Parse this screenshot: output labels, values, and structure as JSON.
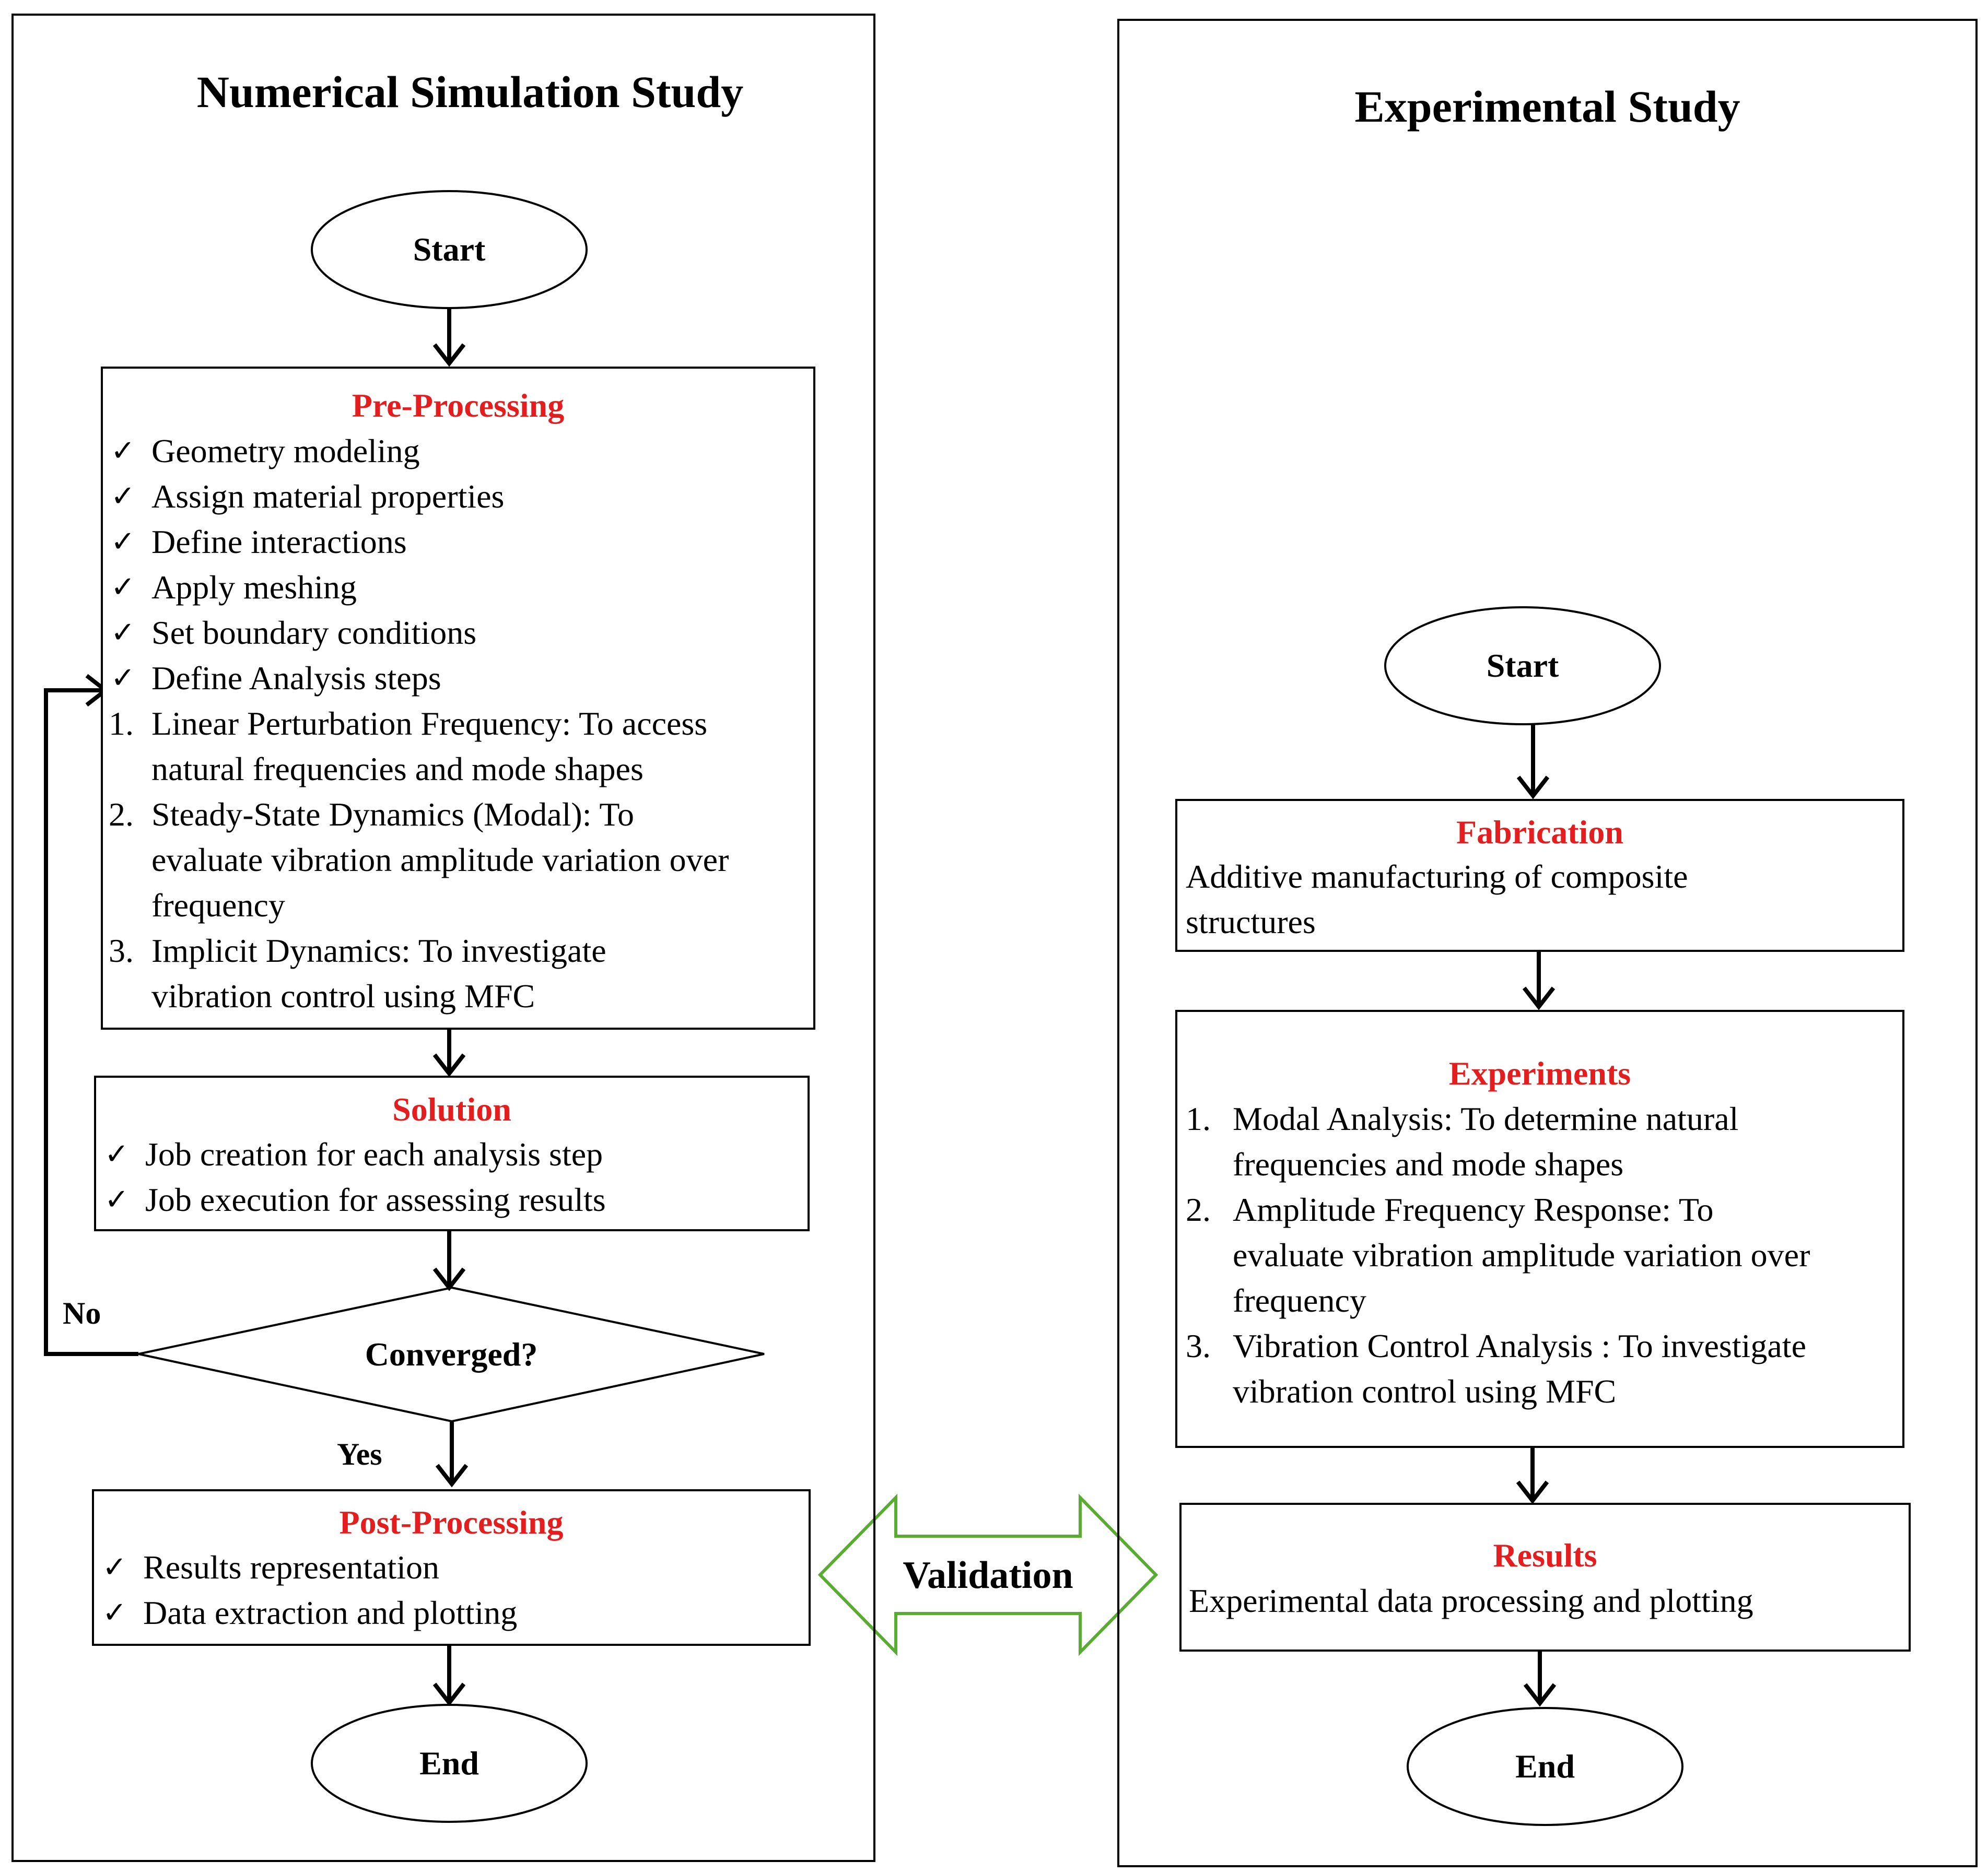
{
  "numerical": {
    "title": "Numerical Simulation Study",
    "start": "Start",
    "preprocessing": {
      "heading": "Pre-Processing",
      "checks": [
        "Geometry modeling",
        "Assign material properties",
        "Define interactions",
        "Apply meshing",
        "Set boundary conditions",
        "Define Analysis steps"
      ],
      "steps": [
        {
          "num": "1.",
          "lines": [
            "Linear Perturbation Frequency: To access",
            "natural frequencies and  mode shapes"
          ]
        },
        {
          "num": "2.",
          "lines": [
            "Steady-State Dynamics (Modal): To",
            "evaluate vibration amplitude variation over",
            "frequency"
          ]
        },
        {
          "num": "3.",
          "lines": [
            "Implicit Dynamics: To investigate",
            "vibration control using MFC"
          ]
        }
      ]
    },
    "solution": {
      "heading": "Solution",
      "checks": [
        "Job creation for each analysis step",
        "Job execution for assessing results"
      ]
    },
    "decision": {
      "question": "Converged?",
      "no_label": "No",
      "yes_label": "Yes"
    },
    "postprocessing": {
      "heading": "Post-Processing",
      "checks": [
        "Results representation",
        "Data extraction and plotting"
      ]
    },
    "end": "End"
  },
  "validation": {
    "label": "Validation",
    "arrow_color": "#5aab32"
  },
  "experimental": {
    "title": "Experimental Study",
    "start": "Start",
    "fabrication": {
      "heading": "Fabrication",
      "lines": [
        "Additive manufacturing of composite",
        "structures"
      ]
    },
    "experiments": {
      "heading": "Experiments",
      "steps": [
        {
          "num": "1.",
          "lines": [
            "Modal Analysis: To determine natural",
            "frequencies and mode shapes"
          ]
        },
        {
          "num": "2.",
          "lines": [
            "Amplitude Frequency Response: To",
            "evaluate vibration amplitude variation over",
            "frequency"
          ]
        },
        {
          "num": "3.",
          "lines": [
            "Vibration  Control Analysis : To investigate",
            "vibration control using MFC"
          ]
        }
      ]
    },
    "results": {
      "heading": "Results",
      "lines": [
        "Experimental data processing and plotting"
      ]
    },
    "end": "End"
  },
  "colors": {
    "heading_red": "#e41e1e",
    "line": "#000000"
  }
}
